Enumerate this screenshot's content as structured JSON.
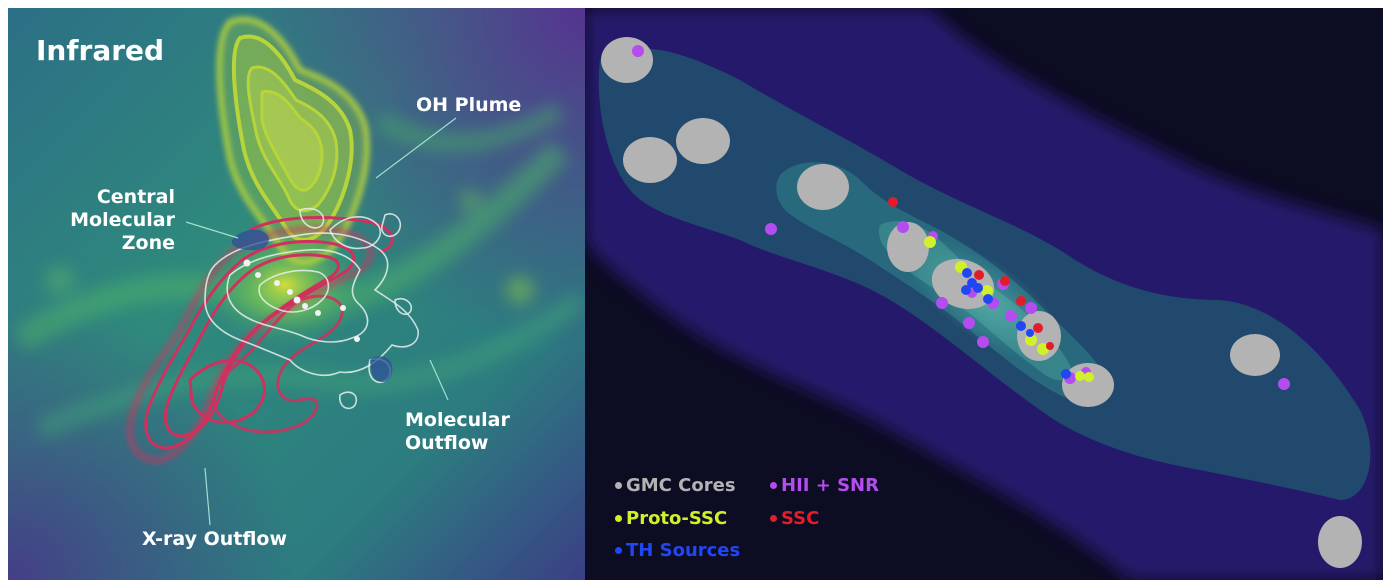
{
  "left_panel": {
    "title": "Infrared",
    "labels": {
      "oh_plume": "OH Plume",
      "cmz_line1": "Central",
      "cmz_line2": "Molecular",
      "cmz_line3": "Zone",
      "molecular_outflow_line1": "Molecular",
      "molecular_outflow_line2": "Outflow",
      "xray_outflow": "X-ray Outflow"
    }
  },
  "legend": {
    "gmc_cores": {
      "label": "GMC Cores",
      "color": "#b3b3b3"
    },
    "hii_snr": {
      "label": "HII + SNR",
      "color": "#b44cf0"
    },
    "proto_ssc": {
      "label": "Proto-SSC",
      "color": "#d2f02a"
    },
    "ssc": {
      "label": "SSC",
      "color": "#e21d2a"
    },
    "th_sources": {
      "label": "TH Sources",
      "color": "#2147f5"
    }
  },
  "colors": {
    "ir_background": "#2f7f7a",
    "oh_contours": "#b7d43a",
    "xray_contours": "#d0305e",
    "molecular_contours": "#e6f0ec",
    "right_background": "#0c0c22",
    "dust_envelope": "#3a1f8c",
    "gas_filament": "#2a6e82"
  }
}
